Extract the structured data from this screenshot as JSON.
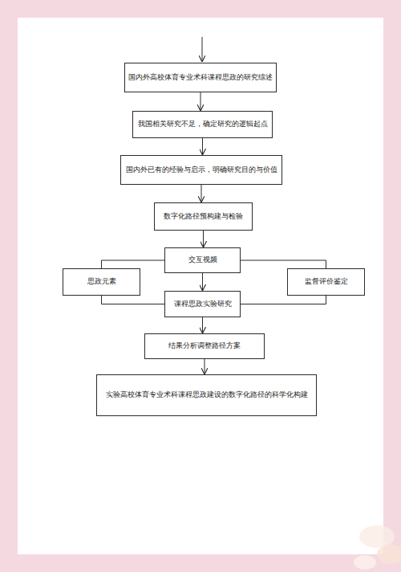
{
  "diagram": {
    "nodes": [
      {
        "text": [
          "国内外高校体育专业术科课程思政的研究综述"
        ]
      },
      {
        "text": [
          "我国相关研究不足，确定研究的逻辑起点"
        ]
      },
      {
        "text": [
          "国内外已有的经验与启示，明确研究目的与价值"
        ]
      },
      {
        "text": [
          "数字化路径预构建与检验"
        ]
      },
      {
        "text": [
          "交互视频"
        ]
      },
      {
        "text": [
          "思政元素"
        ]
      },
      {
        "text": [
          "监督评价鉴定"
        ]
      },
      {
        "text": [
          "课程思政实验研究"
        ]
      },
      {
        "text": [
          "结果分析调整路径方案"
        ]
      },
      {
        "text": [
          "实验高校体育专业术科课程思政建设的数字化路径的科学化构建"
        ]
      }
    ],
    "edges": [
      {
        "from": 0,
        "to": 1,
        "arrow": "to"
      },
      {
        "from": 1,
        "to": 2,
        "arrow": "to"
      },
      {
        "from": 2,
        "to": 3,
        "arrow": "to"
      },
      {
        "from": 3,
        "to": 4,
        "arrow": "to"
      },
      {
        "from": 4,
        "to": 5,
        "arrow": "none"
      },
      {
        "from": 4,
        "to": 6,
        "arrow": "none"
      },
      {
        "from": 4,
        "to": 7,
        "arrow": "to"
      },
      {
        "from": 5,
        "to": 7,
        "arrow": "none"
      },
      {
        "from": 6,
        "to": 7,
        "arrow": "none"
      },
      {
        "from": 7,
        "to": 8,
        "arrow": "to"
      },
      {
        "from": 8,
        "to": 9,
        "arrow": "to"
      }
    ]
  }
}
